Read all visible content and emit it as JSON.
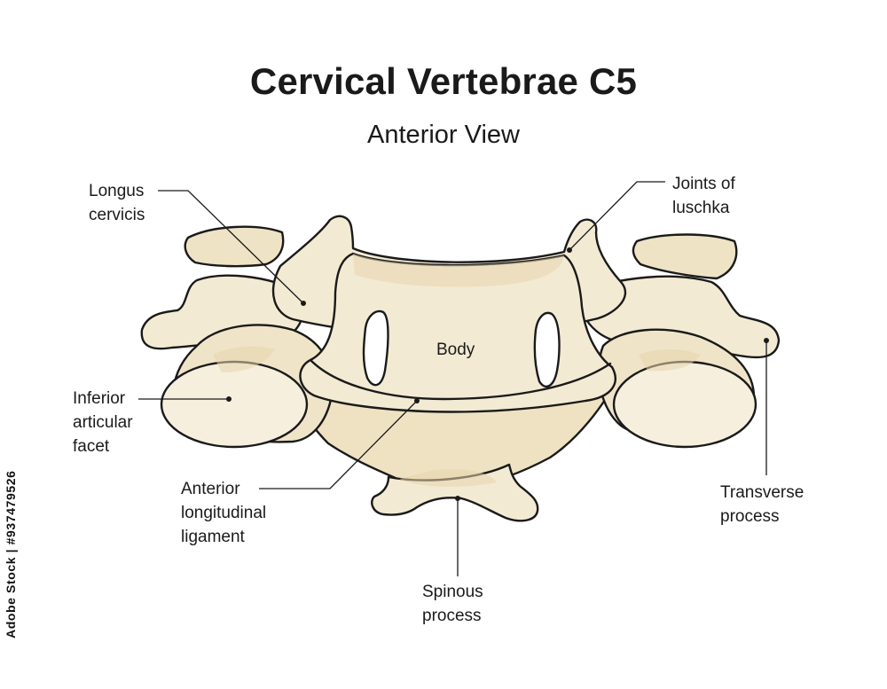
{
  "title": "Cervical Vertebrae C5",
  "subtitle": "Anterior View",
  "labels": {
    "longus_cervicis": [
      "Longus",
      "cervicis"
    ],
    "joints_of_luschka": [
      "Joints of",
      "luschka"
    ],
    "body": "Body",
    "inferior_articular_facet": [
      "Inferior",
      "articular",
      "facet"
    ],
    "anterior_longitudinal_ligament": [
      "Anterior",
      "longitudinal",
      "ligament"
    ],
    "spinous_process": [
      "Spinous",
      "process"
    ],
    "transverse_process": [
      "Transverse",
      "process"
    ]
  },
  "stock_id": "Adobe Stock | #937479526",
  "colors": {
    "bone": "#f3ead3",
    "bone_shadow": "#e6d6b1",
    "outline": "#1a1a1a",
    "text": "#1a1a1a"
  }
}
